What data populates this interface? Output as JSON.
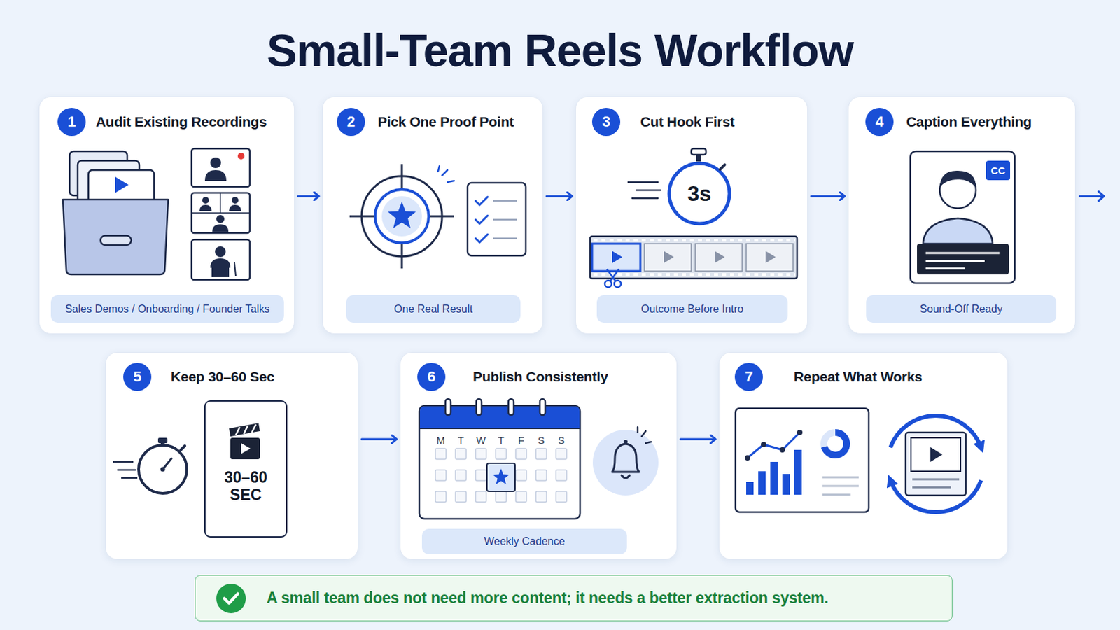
{
  "diagram": {
    "title": "Small-Team Reels Workflow",
    "caption": "A small team does not need more content; it needs a better extraction system.",
    "nodes": [
      {
        "text": [
          "Audit Existing Recordings"
        ]
      },
      {
        "text": [
          "1"
        ],
        "in": 0
      },
      {
        "text": [
          "Sales Demos / Onboarding / Founder Talks"
        ],
        "in": 0
      },
      {
        "text": [
          "Pick One Proof Point"
        ]
      },
      {
        "text": [
          "2"
        ],
        "in": 3
      },
      {
        "text": [
          "One Real Result"
        ],
        "in": 3
      },
      {
        "text": [
          "Cut Hook First"
        ]
      },
      {
        "text": [
          "3"
        ],
        "in": 6
      },
      {
        "text": [
          "3s"
        ],
        "in": 6
      },
      {
        "text": [
          "Outcome Before Intro"
        ],
        "in": 6
      },
      {
        "text": [
          "Caption Everything"
        ]
      },
      {
        "text": [
          "4"
        ],
        "in": 10
      },
      {
        "text": [
          "CC"
        ],
        "in": 10
      },
      {
        "text": [
          "Sound-Off Ready"
        ],
        "in": 10
      },
      {
        "text": [
          "Keep 30–60 Sec"
        ]
      },
      {
        "text": [
          "5"
        ],
        "in": 14
      },
      {
        "text": [
          "30–60 SEC"
        ],
        "in": 14
      },
      {
        "text": [
          "Publish Consistently"
        ]
      },
      {
        "text": [
          "6"
        ],
        "in": 17
      },
      {
        "text": [
          "Weekly Cadence"
        ],
        "in": 17
      },
      {
        "text": [
          "Repeat What Works"
        ]
      },
      {
        "text": [
          "7"
        ],
        "in": 20
      }
    ],
    "edges": [
      {
        "from": 0,
        "to": 3,
        "arrow": "to"
      },
      {
        "from": 3,
        "to": 6,
        "arrow": "to"
      },
      {
        "from": 6,
        "to": 10,
        "arrow": "to"
      },
      {
        "from": 14,
        "to": 17,
        "arrow": "to"
      },
      {
        "from": 17,
        "to": 20,
        "arrow": "to"
      }
    ],
    "labels": [
      "M",
      "T",
      "W",
      "T",
      "F",
      "S",
      "S"
    ]
  }
}
